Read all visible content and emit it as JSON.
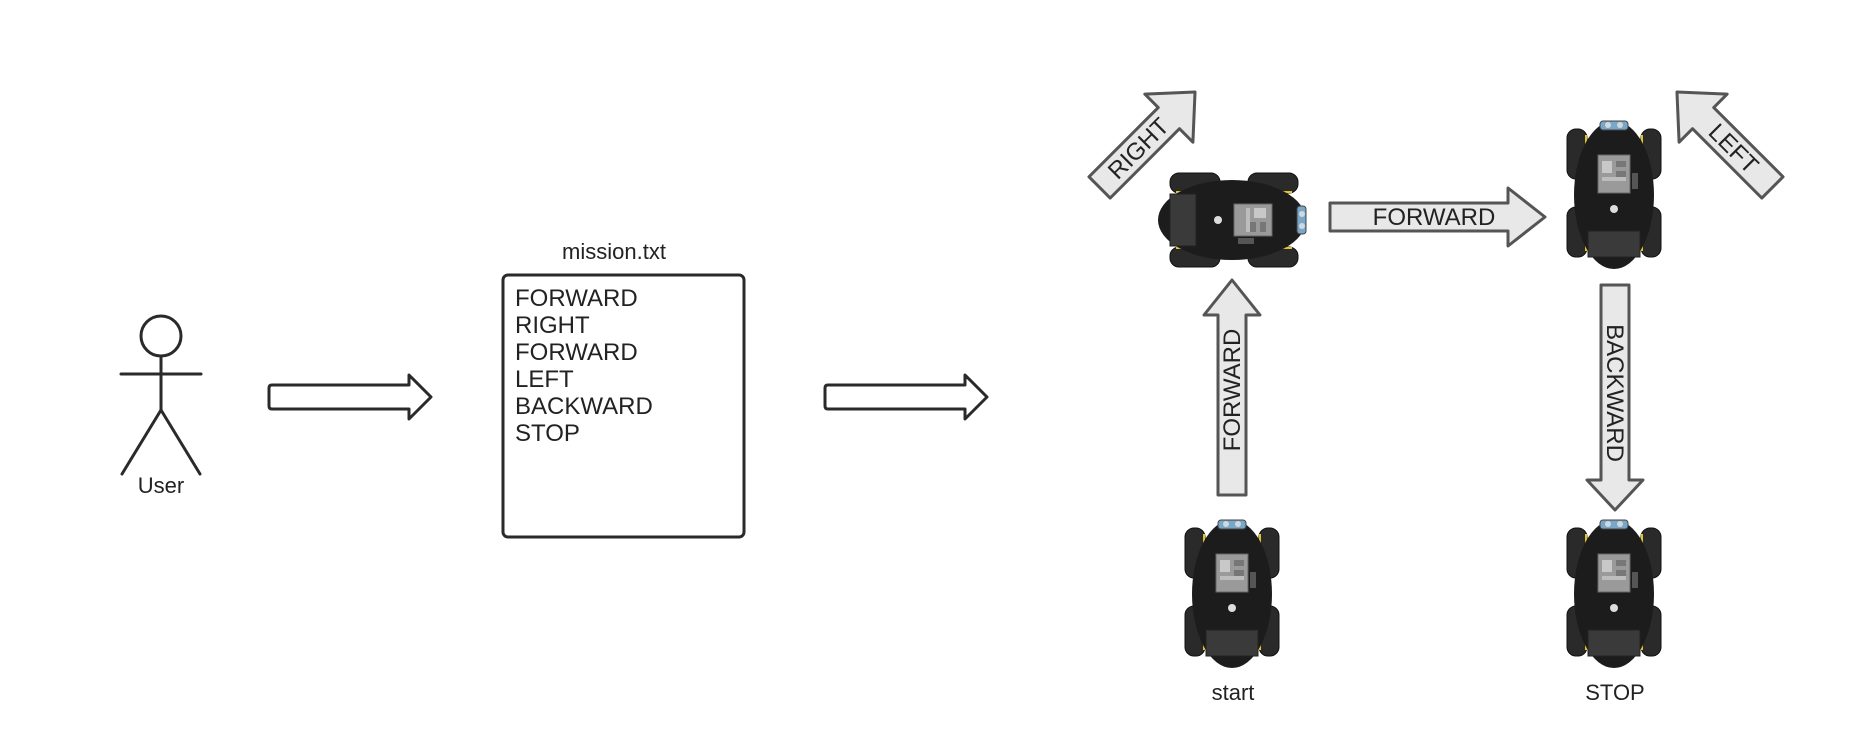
{
  "actor": {
    "label": "User"
  },
  "file": {
    "title": "mission.txt",
    "lines": [
      "FORWARD",
      "RIGHT",
      "FORWARD",
      "LEFT",
      "BACKWARD",
      "STOP"
    ]
  },
  "robots": {
    "start_label": "start",
    "stop_label": "STOP"
  },
  "path_arrows": {
    "up": "FORWARD",
    "diag_right": "RIGHT",
    "horizontal": "FORWARD",
    "diag_left": "LEFT",
    "down": "BACKWARD"
  },
  "colors": {
    "stroke": "#2a2a2a",
    "arrow_fill": "#e8e8e8",
    "arrow_stroke": "#555555",
    "robot_body": "#1c1c1c",
    "robot_board": "#9a9a9a",
    "robot_wheel_accent": "#e6c229"
  }
}
